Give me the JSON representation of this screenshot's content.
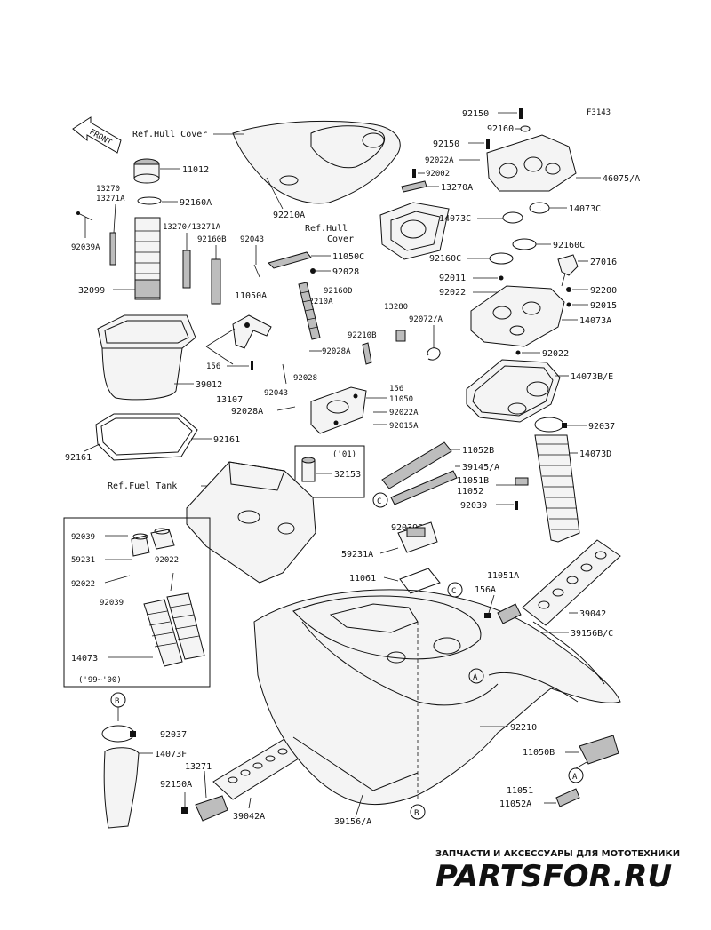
{
  "figure_code": "F3143",
  "front_label": "FRONT",
  "refs": {
    "hull_cover_1": "Ref.Hull Cover",
    "hull_cover_2a": "Ref.Hull",
    "hull_cover_2b": "Cover",
    "fuel_tank": "Ref.Fuel Tank"
  },
  "inset_boxes": {
    "y01": "('01)",
    "y99_00": "('99~'00)"
  },
  "circle_markers": [
    "A",
    "B",
    "C"
  ],
  "parts": {
    "p11012": "11012",
    "p13270": "13270",
    "p13271A": "13271A",
    "p92160A": "92160A",
    "p92039A": "92039A",
    "p13270_13271A": "13270/13271A",
    "p92160B": "92160B",
    "p92043a": "92043",
    "p32099": "32099",
    "p92210A": "92210A",
    "p11050C": "11050C",
    "p92028": "92028",
    "p11050A": "11050A",
    "p92160D": "92160D",
    "p92210A_b": "92210A",
    "p39012": "39012",
    "p156a": "156",
    "p92043b": "92043",
    "p92028c": "92028",
    "p92028A": "92028A",
    "p156b": "156",
    "p11050": "11050",
    "p13107": "13107",
    "p92028A_b": "92028A",
    "p92022A": "92022A",
    "p92015A": "92015A",
    "p92161": "92161",
    "p92161_b": "92161",
    "p13280": "13280",
    "p92072A": "92072/A",
    "p92210B": "92210B",
    "p92150a": "92150",
    "p92160": "92160",
    "p92150b": "92150",
    "p92022A_top": "92022A",
    "p92002": "92002",
    "p46075A": "46075/A",
    "p13270A": "13270A",
    "p14073C": "14073C",
    "p14073C_b": "14073C",
    "p92160C": "92160C",
    "p92160C_b": "92160C",
    "p27016": "27016",
    "p92011": "92011",
    "p92200": "92200",
    "p92022": "92022",
    "p92015": "92015",
    "p14073A": "14073A",
    "p92022_b": "92022",
    "p14073BE": "14073B/E",
    "p92037": "92037",
    "p14073D": "14073D",
    "p11052B": "11052B",
    "p39145A": "39145/A",
    "p11051B": "11051B",
    "p11052": "11052",
    "p92039": "92039",
    "p32153": "32153",
    "p92039B": "92039B",
    "p59231A": "59231A",
    "p11061": "11061",
    "p11051A": "11051A",
    "p156A": "156A",
    "p39042": "39042",
    "p39156BC": "39156B/C",
    "p92210": "92210",
    "p92039_in": "92039",
    "p59231": "59231",
    "p92022_in": "92022",
    "p92022_in2": "92022",
    "p92039_in2": "92039",
    "p14073": "14073",
    "p92037_b": "92037",
    "p14073F": "14073F",
    "p13271": "13271",
    "p92150A": "92150A",
    "p39042A": "39042A",
    "p39156A": "39156/A",
    "p11050B": "11050B",
    "p11051": "11051",
    "p11052A": "11052A"
  },
  "watermark": {
    "line1": "ЗАПЧАСТИ И АКСЕССУАРЫ ДЛЯ МОТОТЕХНИКИ",
    "line2": "PARTSFOR.RU",
    "color": "#c62828"
  }
}
